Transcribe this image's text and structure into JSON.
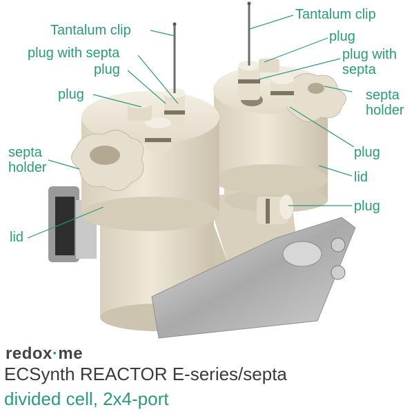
{
  "brand": {
    "prefix": "redox",
    "dot": "·",
    "suffix": "me"
  },
  "title": {
    "line1": "ECSynth REACTOR E-series/septa",
    "line2": "divided cell, 2x4-port"
  },
  "labels": {
    "tantalum_clip_left": "Tantalum clip",
    "tantalum_clip_right": "Tantalum clip",
    "plug_with_septa_left": "plug with septa",
    "plug_left_upper": "plug",
    "plug_left_side": "plug",
    "plug_right_top": "plug",
    "plug_with_septa_right": "plug with\nsepta",
    "septa_holder_right": "septa\nholder",
    "septa_holder_left": "septa\nholder",
    "plug_right_mid": "plug",
    "lid_right": "lid",
    "plug_right_low": "plug",
    "lid_left": "lid"
  },
  "colors": {
    "label_green": "#2a9a78",
    "body_cream": "#ece4d3",
    "metal": "#b8b8b8"
  }
}
